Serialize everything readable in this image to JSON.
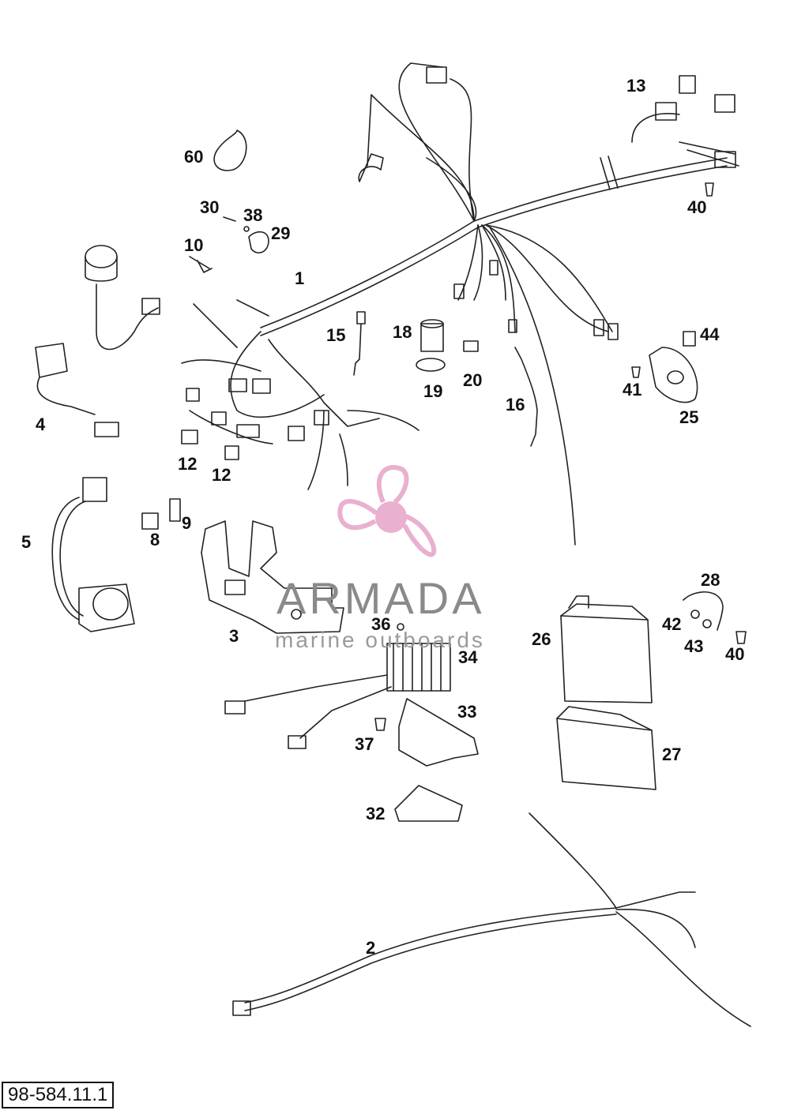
{
  "labels": [
    "1",
    "2",
    "3",
    "4",
    "5",
    "8",
    "9",
    "10",
    "12",
    "12",
    "13",
    "15",
    "16",
    "18",
    "19",
    "20",
    "25",
    "26",
    "27",
    "28",
    "29",
    "30",
    "32",
    "33",
    "34",
    "36",
    "37",
    "38",
    "40",
    "40",
    "41",
    "42",
    "43",
    "44",
    "60"
  ],
  "watermark": {
    "brand": "ARMADA",
    "tagline": "marine outboards",
    "color": "#e9b0cf"
  },
  "reference_code": "98-584.11.1"
}
